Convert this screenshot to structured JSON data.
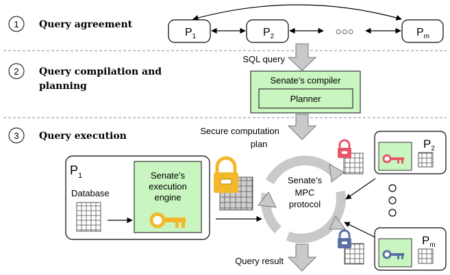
{
  "steps": [
    {
      "number": "1",
      "label": "Query agreement"
    },
    {
      "number": "2",
      "label_line1": "Query compilation and",
      "label_line2": "planning"
    },
    {
      "number": "3",
      "label": "Query execution"
    }
  ],
  "parties": {
    "p1_main": "P",
    "p1_sub": "1",
    "p2_main": "P",
    "p2_sub": "2",
    "pm_main": "P",
    "pm_sub": "m",
    "ellipsis": "○○○"
  },
  "compiler": {
    "sql_label": "SQL query",
    "title": "Senate’s compiler",
    "planner": "Planner"
  },
  "plan_label_line1": "Secure computation",
  "plan_label_line2": "plan",
  "execution": {
    "party_main": "P",
    "party_sub": "1",
    "database_label": "Database",
    "engine_line1": "Senate’s",
    "engine_line2": "execution",
    "engine_line3": "engine"
  },
  "mpc": {
    "line1": "Senate’s",
    "line2": "MPC",
    "line3": "protocol"
  },
  "result_label": "Query result",
  "colors": {
    "green_fill": "#c8f5c0",
    "green_stroke": "#3a3a3a",
    "arrow_gray": "#c9c9c9",
    "lock_gold": "#f2b829",
    "lock_red": "#e8566a",
    "lock_blue": "#5b6fa5",
    "key_gold": "#f2b829",
    "key_red": "#e8566a",
    "key_blue": "#5b6fa5"
  }
}
